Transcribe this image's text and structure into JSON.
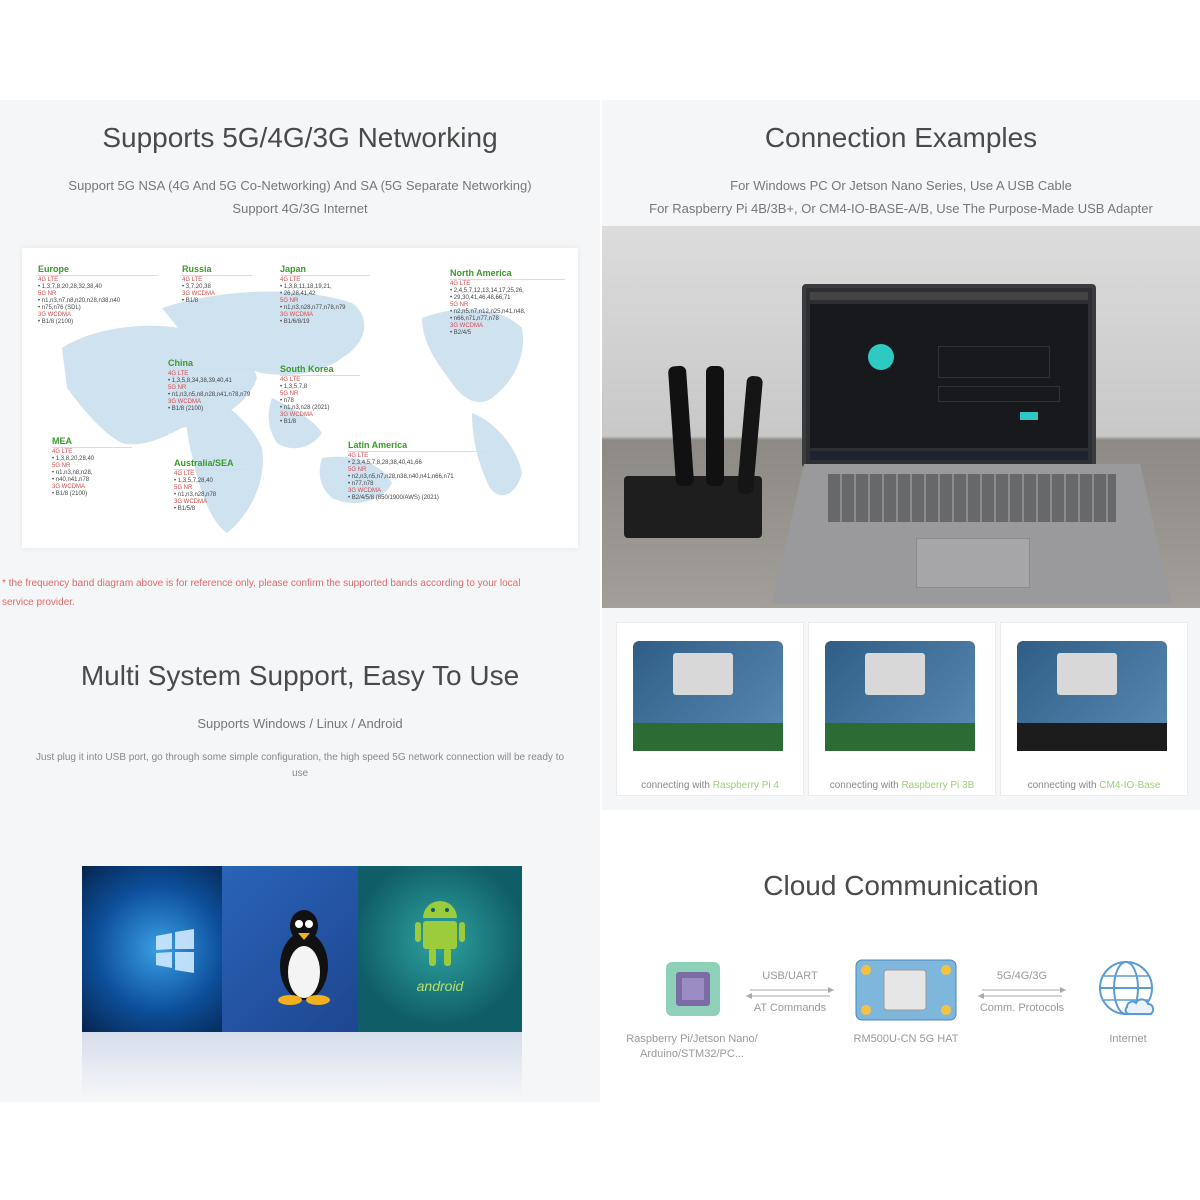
{
  "networking": {
    "title": "Supports 5G/4G/3G Networking",
    "line1": "Support 5G NSA (4G And 5G Co-Networking) And SA (5G Separate Networking)",
    "line2": "Support 4G/3G Internet",
    "note": "* the frequency band diagram above is for reference only, please confirm the supported bands according to your local",
    "note2": "service provider.",
    "regions": [
      {
        "name": "Europe",
        "lines": [
          "4G LTE",
          "• 1,3,7,8,20,28,32,38,40",
          "5G NR",
          "• n1,n3,n7,n8,n20,n28,n38,n40",
          "• n75,n76 (SDL)",
          "3G WCDMA",
          "• B1/8 (2100)"
        ]
      },
      {
        "name": "Russia",
        "lines": [
          "4G LTE",
          "• 3,7,20,38",
          "3G WCDMA",
          "• B1/8"
        ]
      },
      {
        "name": "Japan",
        "lines": [
          "4G LTE",
          "• 1,3,8,11,18,19,21,",
          "• 26,28,41,42",
          "5G NR",
          "• n1,n3,n28,n77,n78,n79",
          "3G WCDMA",
          "• B1/6/8/19"
        ]
      },
      {
        "name": "North America",
        "lines": [
          "4G LTE",
          "• 2,4,5,7,12,13,14,17,25,26,",
          "• 29,30,41,46,48,66,71",
          "5G NR",
          "• n2,n5,n7,n12,n25,n41,n48,",
          "• n66,n71,n77,n78",
          "3G WCDMA",
          "• B2/4/5"
        ]
      },
      {
        "name": "China",
        "lines": [
          "4G LTE",
          "• 1,3,5,8,34,38,39,40,41",
          "5G NR",
          "• n1,n3,n5,n8,n28,n41,n78,n79",
          "3G WCDMA",
          "• B1/8 (2100)"
        ]
      },
      {
        "name": "South Korea",
        "lines": [
          "4G LTE",
          "• 1,3,5,7,8",
          "5G NR",
          "• n78",
          "• n1,n3,n28 (2021)",
          "3G WCDMA",
          "• B1/8"
        ]
      },
      {
        "name": "MEA",
        "lines": [
          "4G LTE",
          "• 1,3,8,20,28,40",
          "5G NR",
          "• n1,n3,n8,n28,",
          "• n40,n41,n78",
          "3G WCDMA",
          "• B1/8 (2100)"
        ]
      },
      {
        "name": "Australia/SEA",
        "lines": [
          "4G LTE",
          "• 1,3,5,7,28,40",
          "5G NR",
          "• n1,n3,n28,n78",
          "3G WCDMA",
          "• B1/5/8"
        ]
      },
      {
        "name": "Latin America",
        "lines": [
          "4G LTE",
          "• 2,3,4,5,7,8,28,38,40,41,66",
          "5G NR",
          "• n2,n3,n5,n7,n28,n38,n40,n41,n66,n71",
          "• n77,n78",
          "3G WCDMA",
          "• B2/4/5/8 (850/1900/AWS) (2021)"
        ]
      }
    ]
  },
  "connection": {
    "title": "Connection Examples",
    "line1": "For Windows PC Or Jetson Nano Series, Use A USB Cable",
    "line2": "For Raspberry Pi 4B/3B+, Or CM4-IO-BASE-A/B, Use The Purpose-Made USB Adapter",
    "boards": [
      {
        "prefix": "connecting with",
        "link": "Raspberry Pi 4"
      },
      {
        "prefix": "connecting with",
        "link": "Raspberry Pi 3B"
      },
      {
        "prefix": "connecting with",
        "link": "CM4-IO-Base"
      }
    ]
  },
  "multi": {
    "title": "Multi System Support, Easy To Use",
    "line1": "Supports Windows / Linux / Android",
    "line2": "Just plug it into USB port, go through some simple configuration, the high speed 5G network connection will be ready to",
    "line3": "use",
    "android_word": "android"
  },
  "cloud": {
    "title": "Cloud Communication",
    "host_label_1": "Raspberry Pi/Jetson Nano/",
    "host_label_2": "Arduino/STM32/PC...",
    "link1_top": "USB/UART",
    "link1_bottom": "AT Commands",
    "hat_label": "RM500U-CN 5G HAT",
    "link2_top": "5G/4G/3G",
    "link2_bottom": "Comm. Protocols",
    "internet_label": "Internet"
  },
  "colors": {
    "bg_panel": "#f5f6f8",
    "accent_green": "#3a9a2a",
    "note_red": "#e06a6a",
    "link_green": "#9ccf7a"
  }
}
